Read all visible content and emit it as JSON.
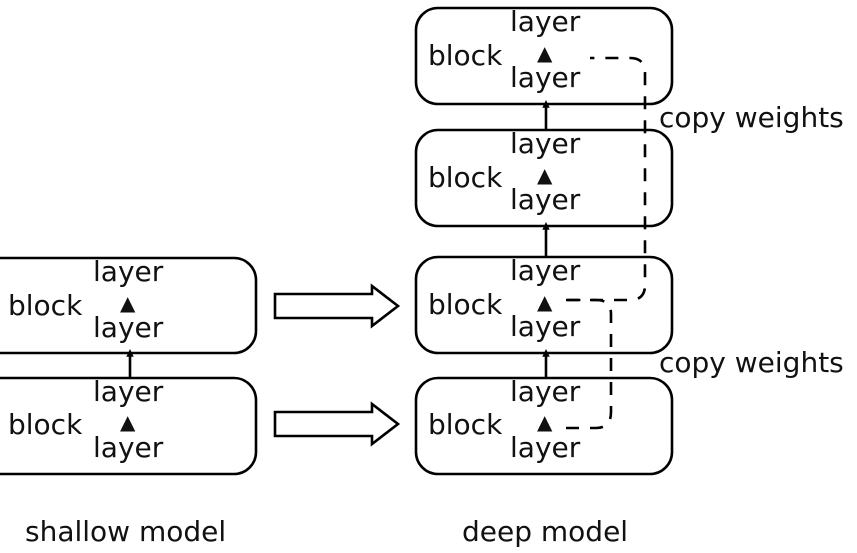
{
  "figure": {
    "type": "diagram",
    "description": "Model growth diagram: a shallow model of two blocks is expanded into a deep model of four blocks by copying weights.",
    "background_color": "#ffffff",
    "stroke_color": "#000000",
    "text_color": "#111111"
  },
  "labels": {
    "block": "block",
    "layer": "layer",
    "ellipsis_glyph": "▲",
    "copy_weights": "copy weights"
  },
  "captions": {
    "shallow": "shallow model",
    "deep": "deep model"
  },
  "shallow_model": {
    "caption": "shallow model",
    "blocks": [
      {
        "index": 1,
        "block_label": "block",
        "top_layer": "layer",
        "bottom_layer": "layer",
        "middle_glyph": "▲"
      },
      {
        "index": 2,
        "block_label": "block",
        "top_layer": "layer",
        "bottom_layer": "layer",
        "middle_glyph": "▲"
      }
    ],
    "block_count": 2
  },
  "deep_model": {
    "caption": "deep model",
    "blocks": [
      {
        "index": 1,
        "block_label": "block",
        "top_layer": "layer",
        "bottom_layer": "layer",
        "middle_glyph": "▲"
      },
      {
        "index": 2,
        "block_label": "block",
        "top_layer": "layer",
        "bottom_layer": "layer",
        "middle_glyph": "▲"
      },
      {
        "index": 3,
        "block_label": "block",
        "top_layer": "layer",
        "bottom_layer": "layer",
        "middle_glyph": "▲"
      },
      {
        "index": 4,
        "block_label": "block",
        "top_layer": "layer",
        "bottom_layer": "layer",
        "middle_glyph": "▲"
      }
    ],
    "block_count": 4
  },
  "copy_weights_annotations": [
    {
      "id": "upper",
      "text": "copy weights",
      "from_block": "deep block 2 (second from bottom)",
      "to_block": "deep block 4 (top)"
    },
    {
      "id": "lower",
      "text": "copy weights",
      "from_block": "deep block 1 (bottom)",
      "to_block": "deep block 3"
    }
  ],
  "expand_arrows": [
    {
      "id": "upper",
      "from": "shallow block 2",
      "to": "deep block 3",
      "style": "hollow-block-arrow"
    },
    {
      "id": "lower",
      "from": "shallow block 1",
      "to": "deep block 4 (bottom)",
      "style": "hollow-block-arrow"
    }
  ]
}
